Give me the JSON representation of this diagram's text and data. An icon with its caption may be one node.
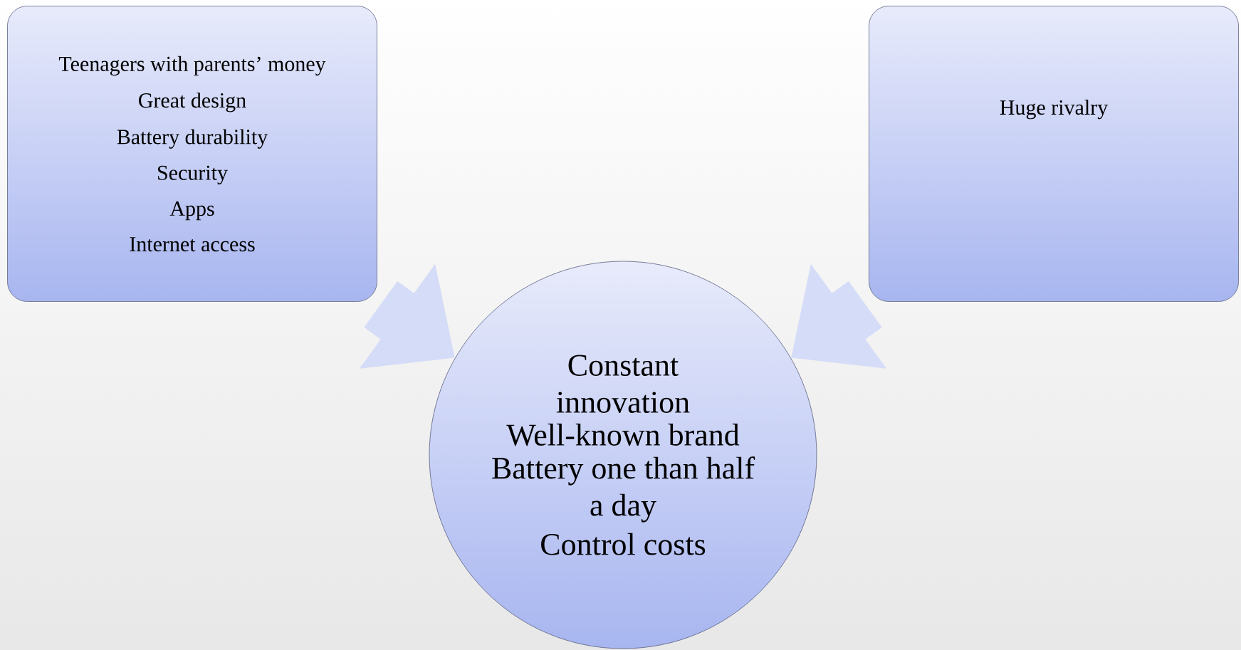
{
  "diagram": {
    "nodes": [
      {
        "text": [
          "Teenagers with parents’ money",
          "Great design",
          "Battery durability",
          "Security",
          "Apps",
          "Internet access"
        ]
      },
      {
        "text": [
          "Huge rivalry"
        ]
      },
      {
        "text": [
          "Constant innovation",
          "Well-known brand",
          "Battery one than half a day",
          "Control costs"
        ]
      }
    ],
    "edges": [
      {
        "from": 0,
        "to": 2,
        "arrow": "to"
      },
      {
        "from": 1,
        "to": 2,
        "arrow": "to"
      }
    ]
  }
}
